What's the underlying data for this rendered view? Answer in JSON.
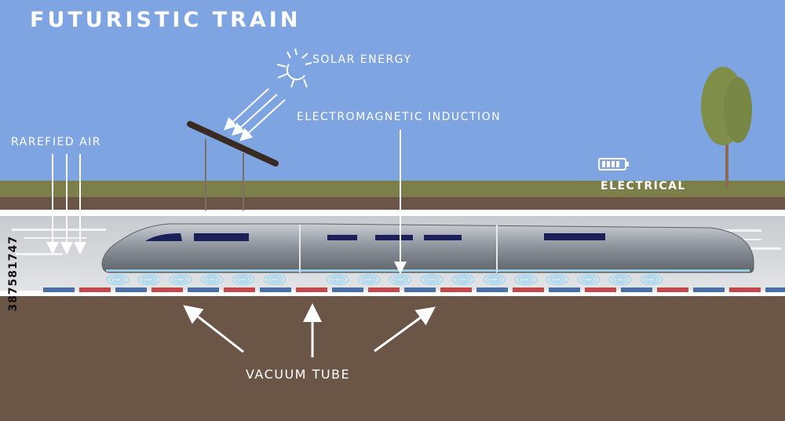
{
  "title": "FUTURISTIC TRAIN",
  "labels": {
    "solar_energy": "SOLAR ENERGY",
    "electromagnetic_induction": "ELECTROMAGNETIC INDUCTION",
    "rarefied_air": "RAREFIED AIR",
    "electrical": "ELECTRICAL",
    "vacuum_tube": "VACUUM TUBE"
  },
  "stock_id": "387581747",
  "colors": {
    "sky": "#7ea4e2",
    "grass": "#7d7f4a",
    "soil": "#6a5546",
    "tube_interior": "#d2d5d8",
    "tube_wall": "#ffffff",
    "train_body": "#9aa1aa",
    "magnet_blue": "#4a6fa5",
    "magnet_red": "#c04a4a",
    "tree_canopy": "#7f8f4a",
    "tree_trunk": "#8a6a52",
    "panel": "#3a2b22"
  },
  "icons": [
    "sun-icon",
    "battery-icon",
    "solar-panel",
    "tree"
  ]
}
